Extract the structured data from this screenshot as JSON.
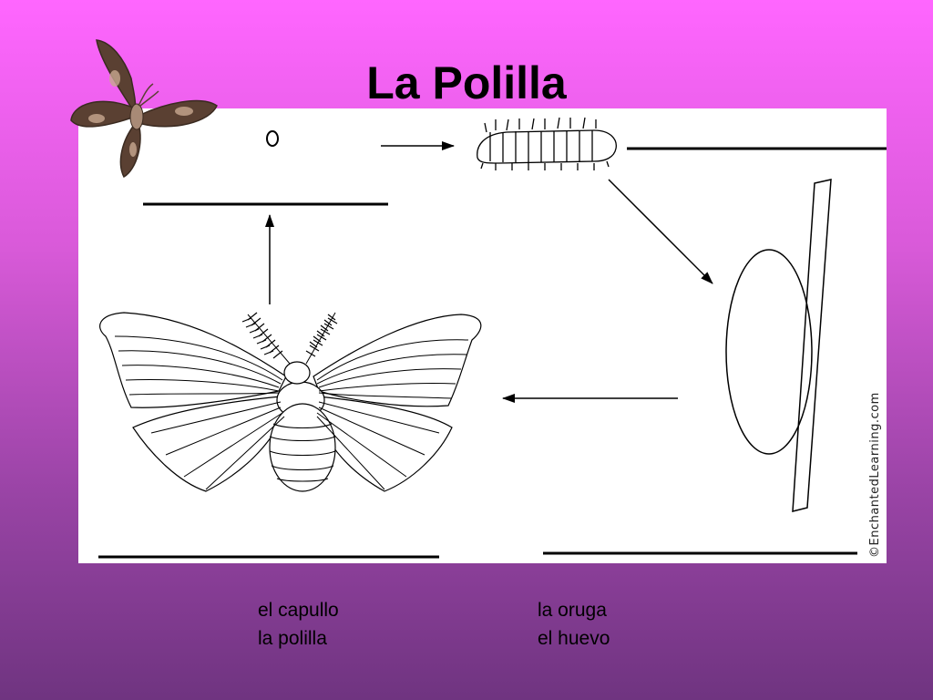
{
  "title": "La Polilla",
  "credit": "©EnchantedLearning.com",
  "word_bank": {
    "col1": [
      "el capullo",
      "la polilla"
    ],
    "col2": [
      "la oruga",
      "el huevo"
    ]
  },
  "colors": {
    "background_top": "#ff66ff",
    "background_bottom": "#6f3480",
    "panel": "#ffffff",
    "ink": "#000000",
    "moth_photo": "#5a4032"
  },
  "icons": [
    "moth-photo-icon",
    "egg-icon",
    "caterpillar-icon",
    "cocoon-icon",
    "moth-icon"
  ]
}
